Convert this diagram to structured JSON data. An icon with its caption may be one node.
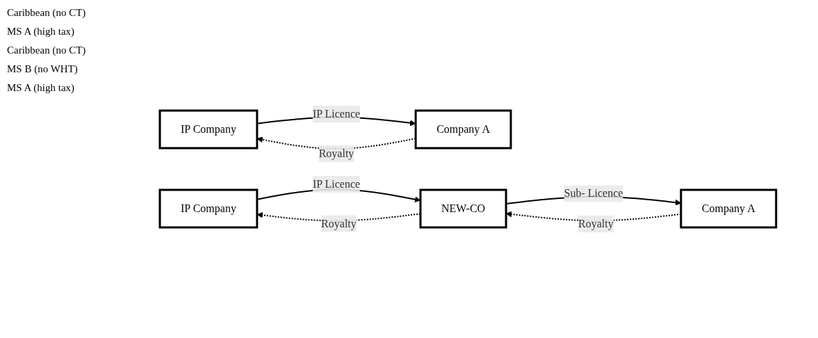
{
  "diagram": {
    "nodes": [
      {
        "text": [
          "IP Company"
        ]
      },
      {
        "text": [
          "Company A"
        ]
      },
      {
        "text": [
          "IP Company"
        ]
      },
      {
        "text": [
          "NEW-CO"
        ]
      },
      {
        "text": [
          "Company A"
        ]
      }
    ],
    "edges": [
      {
        "from": 0,
        "to": 1,
        "arrow": "to",
        "label": "IP Licence"
      },
      {
        "from": 1,
        "to": 0,
        "arrow": "to",
        "label": "Royalty",
        "style": "dashed"
      },
      {
        "from": 2,
        "to": 3,
        "arrow": "to",
        "label": "IP Licence"
      },
      {
        "from": 3,
        "to": 2,
        "arrow": "to",
        "label": "Royalty",
        "style": "dashed"
      },
      {
        "from": 3,
        "to": 4,
        "arrow": "to",
        "label": "Sub- Licence"
      },
      {
        "from": 4,
        "to": 3,
        "arrow": "to",
        "label": "Royalty",
        "style": "dashed"
      }
    ],
    "labels": [
      "Caribbean (no CT)",
      "MS A (high tax)",
      "Caribbean (no CT)",
      "MS B (no WHT)",
      "MS A (high tax)"
    ]
  }
}
